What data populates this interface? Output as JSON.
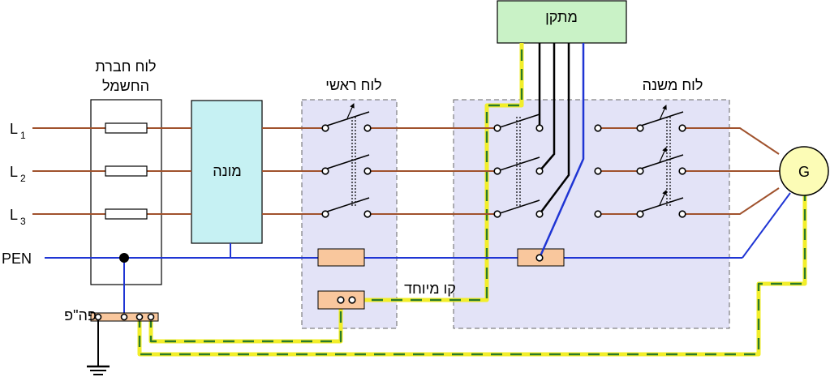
{
  "labels": {
    "utility_panel": [
      "לוח חברת",
      "החשמל"
    ],
    "meter": "מונה",
    "main_panel": "לוח ראשי",
    "subpanel": "לוח משנה",
    "device": "מתקן",
    "generator": "G",
    "special_line": "קו מיוחד",
    "earth_bar": "פה\"פ",
    "phase_letter": "L",
    "phase_numbers": [
      "1",
      "2",
      "3"
    ],
    "pen": "PEN"
  },
  "colors": {
    "phase": "#a0522d",
    "neutral": "#1f35d4",
    "earth_yellow": "#f2ee2a",
    "earth_green": "#2a7a2a",
    "panel_fill": "#e3e3f7",
    "meter_fill": "#c6f1f3",
    "device_fill": "#c9f2c6",
    "terminal_fill": "#f9c79d",
    "generator_fill": "#fcfcb6"
  },
  "icons": [
    "ground-symbol-icon",
    "switch-icon",
    "fuse-icon",
    "generator-icon"
  ]
}
